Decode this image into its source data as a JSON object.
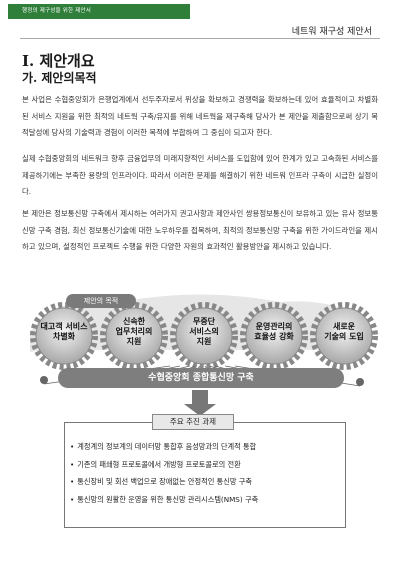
{
  "header": {
    "tag": "행정의 제구성을 위한 제안서",
    "doc_title": "네트워 재구성 제안서"
  },
  "section": {
    "title": "I. 제안개요",
    "subtitle": "가. 제안의목적"
  },
  "paragraphs": [
    "본 사업은 수협중앙회가 은행업계에서 선두주자로서 위상을 확보하고 경쟁력을 확보하는데 있어 효율적이고 차별화된 서비스 지원을 위한 최적의 네트웍 구축/유지를 위해 네트웍을 재구축해 당사가 본 제안을 제출함으로써 상기 목적달성에 당사의 기술력과 경험이 이러한 목적에 부합하여 그 중심이 되고자 한다.",
    "실제 수협중앙회의 네트워크 향후 금융업무의 미래지향적인 서비스를 도입함에 있어 한계가 있고 고속화된 서비스를 제공하기에는 부족한 용량의 인프라이다. 따라서 이러한 문제를 해결하기 위한 네트워 인프라 구축이 시급한 실정이다.",
    "본 제안은 정보통신망 구축에서 제시하는 여러가지 권고사항과 제안사인 쌍용정보통신이 보유하고 있는 유사 정보통신망 구축 경험, 최신 정보통신기술에 대한 노우하우를 접목하여, 최적의 정보통신망 구축을 위한 가이드라인을 제시하고 있으며, 설정적인 프로젝트 수행을 위한 다양한 자원의 효과적인 활용방안을 제시하고 있습니다."
  ],
  "diagram": {
    "title": "제안의 목적",
    "gears": [
      {
        "line1": "대고객 서비스",
        "line2": "차별화",
        "line3": ""
      },
      {
        "line1": "신속한",
        "line2": "업무처리의",
        "line3": "지원"
      },
      {
        "line1": "무중단",
        "line2": "서비스의",
        "line3": "지원"
      },
      {
        "line1": "운영관리의",
        "line2": "효율성 강화",
        "line3": ""
      },
      {
        "line1": "새로운",
        "line2": "기술의 도입",
        "line3": ""
      }
    ],
    "banner": "수협중앙회 종합통신망 구축",
    "tasks_title": "주요 추진 과제",
    "tasks": [
      "계정계의 정보계의 데이터망 통합후 음성망과의 단계적 통합",
      "기존의 패쇄형 프로토콜에서 개방형 프로토콜로의 전환",
      "통신장비 및 회선 백업으로 장애없는 안정적인 통신망 구축",
      "통신망의 원활한 운영을 위한 통신망 관리시스템(NMS) 구축"
    ]
  },
  "colors": {
    "header_green": "#2f7e3a",
    "gear_gray": "#9a9a9a",
    "banner_gray": "#7e7e7e"
  }
}
